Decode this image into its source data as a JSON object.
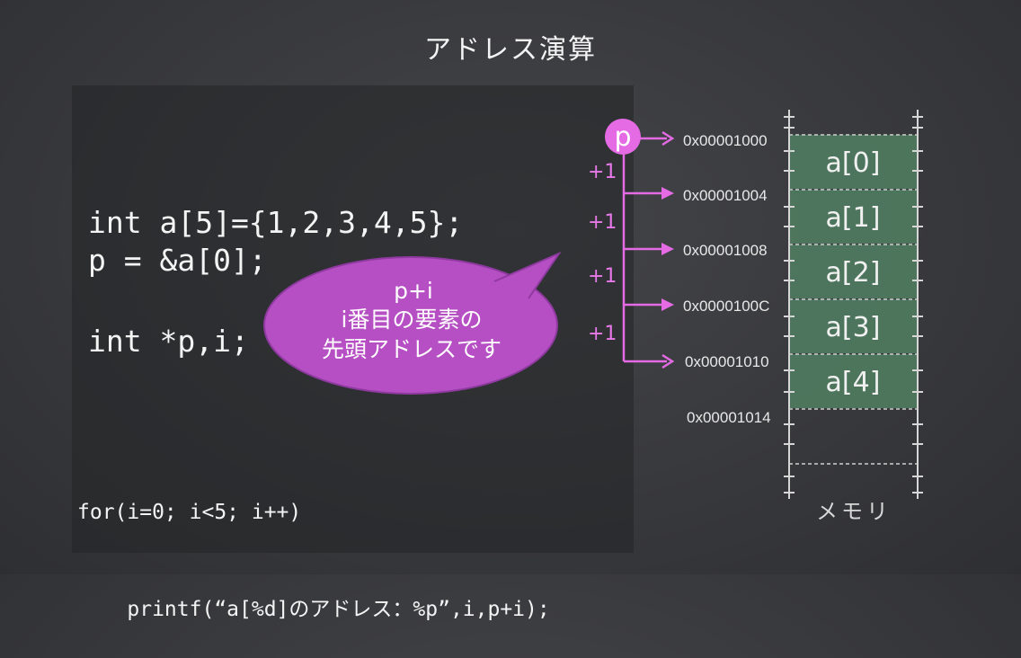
{
  "slide": {
    "title": "アドレス演算"
  },
  "code": {
    "lines_top": [
      "int a[5]={1,2,3,4,5};",
      "int *p,i;"
    ],
    "line_assign": "p = &a[0];",
    "loop_lines": [
      "for(i=0; i<5; i++)",
      "    printf(“a[%d]のアドレス：%p”,i,p+i);"
    ]
  },
  "memory": {
    "pointer_label": "p",
    "increment_label": "+1",
    "addresses": [
      "0x00001000",
      "0x00001004",
      "0x00001008",
      "0x0000100C",
      "0x00001010",
      "0x00001014"
    ],
    "cells": [
      "a[0]",
      "a[1]",
      "a[2]",
      "a[3]",
      "a[4]"
    ],
    "caption": "メモリ"
  },
  "bubble": {
    "lines": [
      "p+i",
      "i番目の要素の",
      "先頭アドレスです"
    ]
  },
  "colors": {
    "accent_pink": "#e46be4",
    "bubble_fill": "#b64fc3",
    "cell_fill": "#4f7b5f",
    "background": "#38393c"
  }
}
